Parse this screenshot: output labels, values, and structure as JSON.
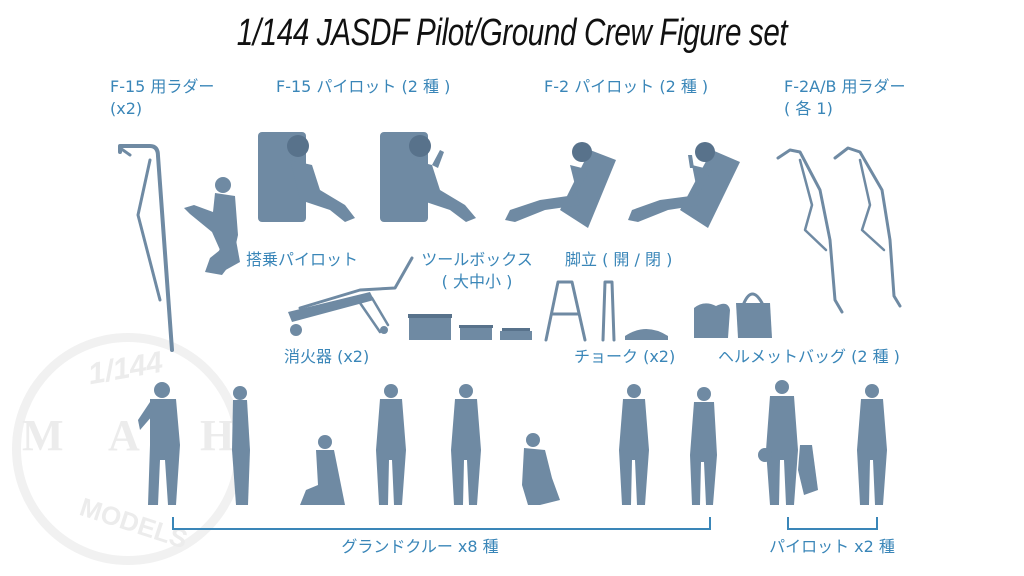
{
  "title": "1/144 JASDF Pilot/Ground Crew Figure set",
  "watermark": {
    "scale": "1/144",
    "letters": [
      "M",
      "A",
      "H"
    ],
    "brand": "MODELS"
  },
  "labels": {
    "f15_ladder": {
      "line1": "F-15 用ラダー",
      "line2": "(x2)"
    },
    "f15_pilot": {
      "line1": "F-15 パイロット (2 種 )"
    },
    "f2_pilot": {
      "line1": "F-2 パイロット (2 種 )"
    },
    "f2ab_ladder": {
      "line1": "F-2A/B 用ラダー",
      "line2": "( 各 1)"
    },
    "boarding_pilot": {
      "line1": "搭乗パイロット"
    },
    "toolbox": {
      "line1": "ツールボックス",
      "line2": "( 大中小 )"
    },
    "stepladder": {
      "line1": "脚立 ( 開 / 閉 )"
    },
    "extinguisher": {
      "line1": "消火器 (x2)"
    },
    "chock": {
      "line1": "チョーク (x2)"
    },
    "helmet_bag": {
      "line1": "ヘルメットバッグ (2 種 )"
    }
  },
  "groups": {
    "ground_crew": {
      "label": "グランドクルー x8 種"
    },
    "pilots": {
      "label": "パイロット x2 種"
    }
  },
  "colors": {
    "label_text": "#3a86b8",
    "figure": "#6f8aa3",
    "title_text": "#111111"
  }
}
